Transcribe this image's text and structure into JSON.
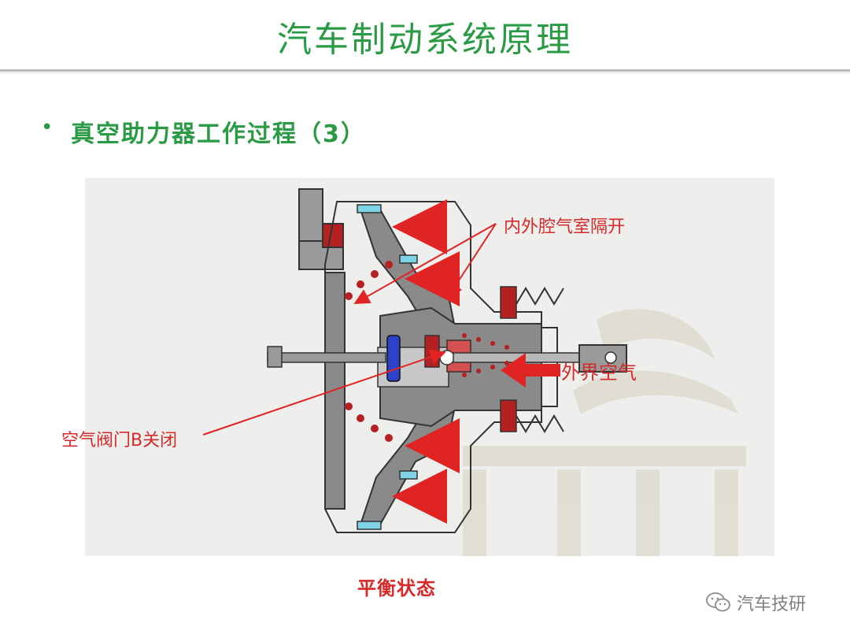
{
  "title": "汽车制动系统原理",
  "bullet": {
    "text": "真空助力器工作过程（3）"
  },
  "labels": {
    "cavity_separated": "内外腔气室隔开",
    "outside_air": "外界空气",
    "valve_b_closed": "空气阀门B关闭"
  },
  "caption": "平衡状态",
  "watermark": {
    "text": "汽车技研",
    "icon": "wechat-icon"
  },
  "colors": {
    "title_green": "#2a9a45",
    "label_red": "#d42a2a",
    "arrow_red": "#e02424",
    "housing_gray": "#8a8a8a",
    "seal_cyan": "#7fd3e6",
    "valve_blue": "#2b43c9",
    "dark_red": "#a01818"
  }
}
